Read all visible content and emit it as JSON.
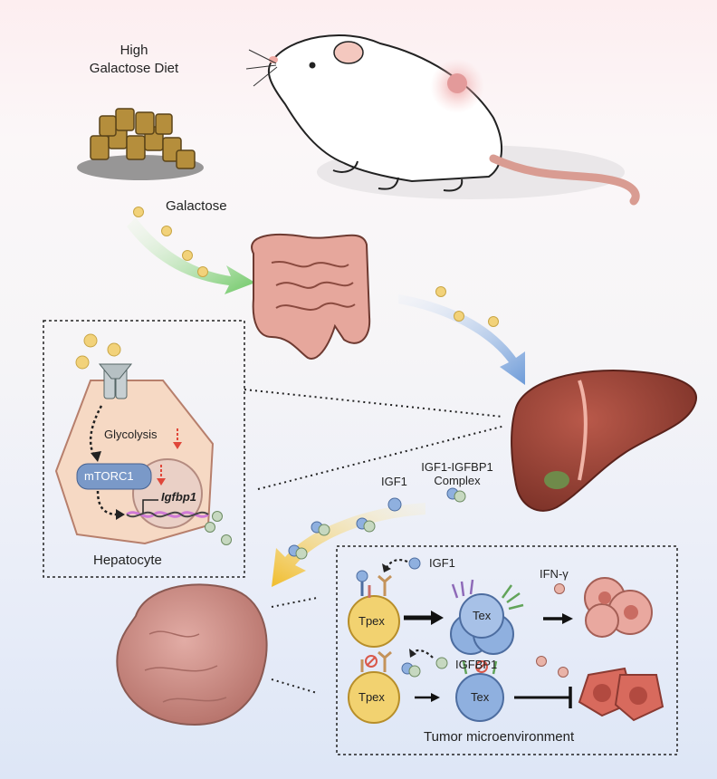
{
  "diet": {
    "line1": "High",
    "line2": "Galactose Diet"
  },
  "galactose_label": "Galactose",
  "hepatocyte": {
    "glycolysis": "Glycolysis",
    "mtorc1": "mTORC1",
    "gene": "Igfbp1",
    "cell_label": "Hepatocyte"
  },
  "liver_output": {
    "igf1": "IGF1",
    "complex_line1": "IGF1-IGFBP1",
    "complex_line2": "Complex"
  },
  "tme": {
    "igf1": "IGF1",
    "ifn": "IFN-γ",
    "igfbp1": "IGFBP1",
    "tpex_top": "Tpex",
    "tex_top": "Tex",
    "tpex_bottom": "Tpex",
    "tex_bottom": "Tex",
    "label": "Tumor microenvironment"
  },
  "colors": {
    "galactose_dot": "#f2d27a",
    "green_arrow": "#7fcf6a",
    "blue_arrow": "#7aa6dc",
    "yellow_arrow": "#f0c238",
    "liver": "#a0473a",
    "tumor": "#c98d86",
    "tpex": "#f2d270",
    "tex": "#8fb0df",
    "inhibit_red": "#d9584a"
  }
}
